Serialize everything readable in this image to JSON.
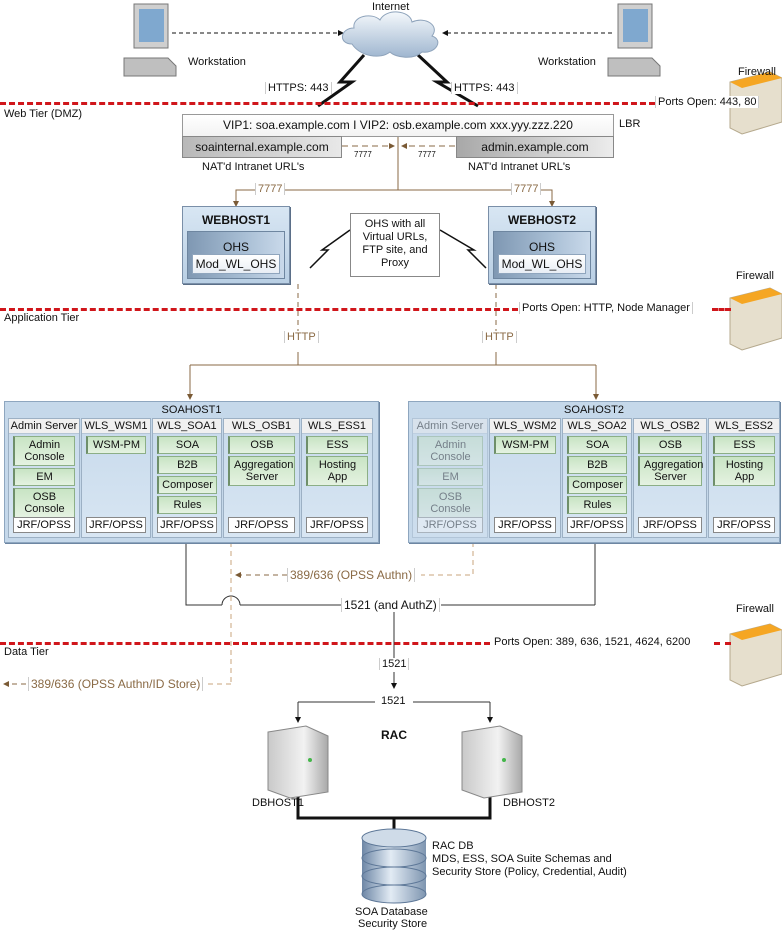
{
  "internet": {
    "label": "Internet"
  },
  "workstations": [
    {
      "label": "Workstation"
    },
    {
      "label": "Workstation"
    }
  ],
  "https_links": [
    {
      "label": "HTTPS: 443"
    },
    {
      "label": "HTTPS: 443"
    }
  ],
  "tiers": [
    {
      "name": "Web Tier (DMZ)",
      "ports": "Ports Open: 443, 80",
      "firewall": "Firewall"
    },
    {
      "name": "Application Tier",
      "ports": "Ports Open: HTTP, Node Manager",
      "firewall": "Firewall"
    },
    {
      "name": "Data Tier",
      "ports": "Ports Open: 389, 636, 1521, 4624, 6200",
      "firewall": "Firewall"
    }
  ],
  "lbr": {
    "label": "LBR",
    "vip_text": "VIP1: soa.example.com I VIP2: osb.example.com  xxx.yyy.zzz.220",
    "nat_left": "soainternal.example.com",
    "nat_right": "admin.example.com",
    "nat_caption_left": "NAT'd Intranet URL's",
    "nat_caption_right": "NAT'd Intranet URL's",
    "port_left": "7777",
    "port_right": "7777"
  },
  "web_ports": [
    "7777",
    "7777"
  ],
  "webhosts": [
    {
      "name": "WEBHOST1",
      "component": "OHS",
      "module": "Mod_WL_OHS"
    },
    {
      "name": "WEBHOST2",
      "component": "OHS",
      "module": "Mod_WL_OHS"
    }
  ],
  "ohs_note": "OHS with all Virtual URLs, FTP site, and Proxy",
  "http_links": [
    "HTTP",
    "HTTP"
  ],
  "soahosts": [
    {
      "name": "SOAHOST1",
      "servers": [
        {
          "name": "Admin Server",
          "apps": [
            "Admin Console",
            "EM",
            "OSB Console"
          ],
          "base": "JRF/OPSS",
          "inactive": false
        },
        {
          "name": "WLS_WSM1",
          "apps": [
            "WSM-PM"
          ],
          "base": "JRF/OPSS"
        },
        {
          "name": "WLS_SOA1",
          "apps": [
            "SOA",
            "B2B",
            "Composer",
            "Rules"
          ],
          "base": "JRF/OPSS"
        },
        {
          "name": "WLS_OSB1",
          "apps": [
            "OSB",
            "Aggregation Server"
          ],
          "base": "JRF/OPSS"
        },
        {
          "name": "WLS_ESS1",
          "apps": [
            "ESS",
            "Hosting App"
          ],
          "base": "JRF/OPSS"
        }
      ]
    },
    {
      "name": "SOAHOST2",
      "servers": [
        {
          "name": "Admin Server",
          "apps": [
            "Admin Console",
            "EM",
            "OSB Console"
          ],
          "base": "JRF/OPSS",
          "inactive": true
        },
        {
          "name": "WLS_WSM2",
          "apps": [
            "WSM-PM"
          ],
          "base": "JRF/OPSS"
        },
        {
          "name": "WLS_SOA2",
          "apps": [
            "SOA",
            "B2B",
            "Composer",
            "Rules"
          ],
          "base": "JRF/OPSS"
        },
        {
          "name": "WLS_OSB2",
          "apps": [
            "OSB",
            "Aggregation Server"
          ],
          "base": "JRF/OPSS"
        },
        {
          "name": "WLS_ESS2",
          "apps": [
            "ESS",
            "Hosting App"
          ],
          "base": "JRF/OPSS"
        }
      ]
    }
  ],
  "links": {
    "opss_authn": "389/636 (OPSS Authn)",
    "db_authz": "1521 (and AuthZ)",
    "opss_idstore": "389/636 (OPSS Authn/ID Store)",
    "db_port_1": "1521",
    "db_port_2": "1521"
  },
  "database": {
    "cluster_label": "RAC",
    "hosts": [
      "DBHOST1",
      "DBHOST2"
    ],
    "db_title": "RAC DB",
    "db_desc_1": "MDS, ESS, SOA Suite Schemas and",
    "db_desc_2": "Security Store (Policy, Credential, Audit)",
    "store_caption_1": "SOA Database",
    "store_caption_2": "Security Store"
  },
  "colors": {
    "tier_line": "#d0161b",
    "link_brown": "#8a6a45",
    "host_blue": "#c5d8ea",
    "app_green": "#d3ead0"
  }
}
